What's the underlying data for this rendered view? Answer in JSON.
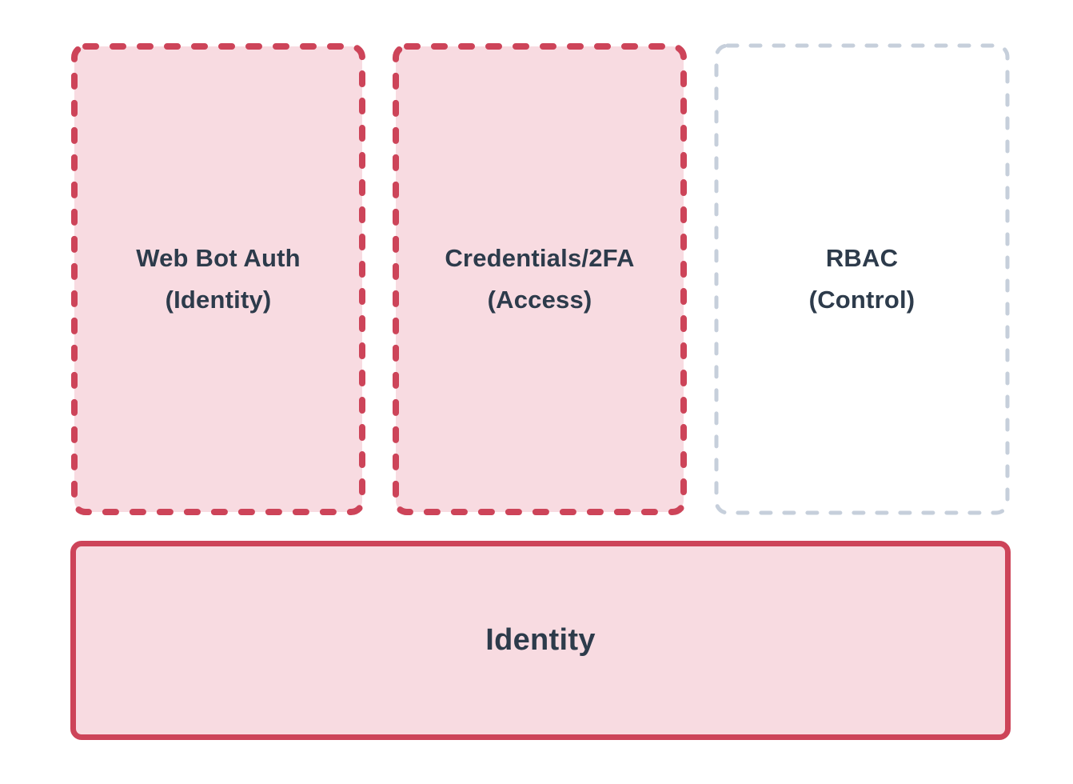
{
  "colors": {
    "background": "#ffffff",
    "highlight_border": "#cd4459",
    "highlight_fill": "#f8dbe1",
    "muted_border": "#c6cfdb",
    "muted_fill": "#ffffff",
    "text": "#2d3b4b"
  },
  "diagram": {
    "top_boxes": [
      {
        "title": "Web Bot Auth",
        "subtitle": "(Identity)",
        "emphasis": "highlighted"
      },
      {
        "title": "Credentials/2FA",
        "subtitle": "(Access)",
        "emphasis": "highlighted"
      },
      {
        "title": "RBAC",
        "subtitle": "(Control)",
        "emphasis": "muted"
      }
    ],
    "base_box": {
      "title": "Identity",
      "emphasis": "highlighted"
    }
  }
}
